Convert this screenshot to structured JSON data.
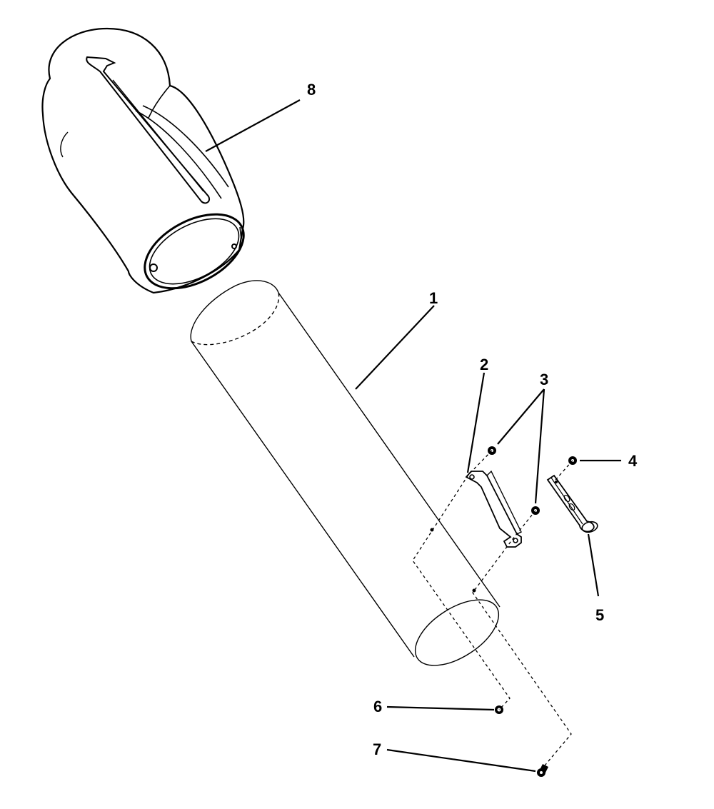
{
  "diagram": {
    "type": "exploded-parts-view",
    "line_color": "#000000",
    "background": "#ffffff",
    "callouts": [
      {
        "id": "1",
        "label": "1"
      },
      {
        "id": "2",
        "label": "2"
      },
      {
        "id": "3",
        "label": "3"
      },
      {
        "id": "4",
        "label": "4"
      },
      {
        "id": "5",
        "label": "5"
      },
      {
        "id": "6",
        "label": "6"
      },
      {
        "id": "7",
        "label": "7"
      },
      {
        "id": "8",
        "label": "8"
      }
    ]
  }
}
